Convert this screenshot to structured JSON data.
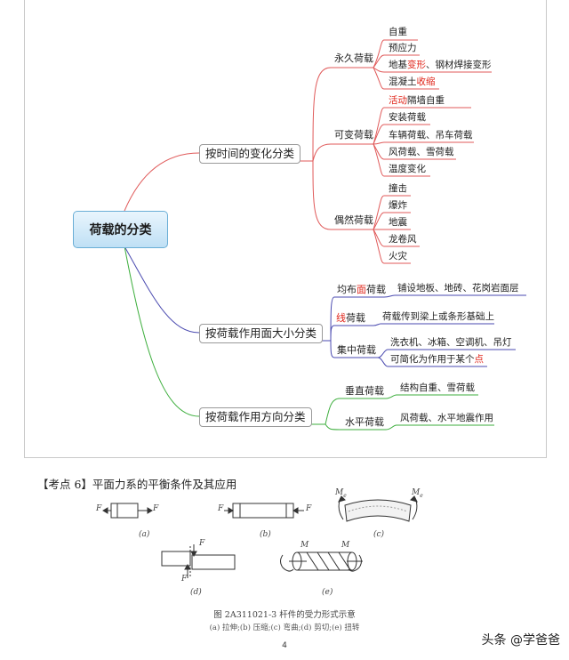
{
  "mindmap": {
    "root": "荷载的分类",
    "categories": [
      {
        "label": "按时间的变化分类"
      },
      {
        "label": "按荷载作用面大小分类"
      },
      {
        "label": "按荷载作用方向分类"
      }
    ],
    "time": {
      "permanent": {
        "label": "永久荷载",
        "items": [
          "自重",
          "预应力"
        ],
        "item3_pre": "地基",
        "item3_red": "变形",
        "item3_post": "、钢材焊接变形",
        "item4_pre": "混凝土",
        "item4_red": "收缩"
      },
      "variable": {
        "label": "可变荷载",
        "item1_red": "活动",
        "item1_post": "隔墙自重",
        "items": [
          "安装荷载",
          "车辆荷载、吊车荷载",
          "风荷载、雪荷载",
          "温度变化"
        ]
      },
      "accidental": {
        "label": "偶然荷载",
        "items": [
          "撞击",
          "爆炸",
          "地震",
          "龙卷风",
          "火灾"
        ]
      }
    },
    "area": {
      "uniform": {
        "label_pre": "均布",
        "label_red": "面",
        "label_post": "荷载",
        "desc": "铺设地板、地砖、花岗岩面层"
      },
      "line": {
        "label_red": "线",
        "label_post": "荷载",
        "desc": "荷载传到梁上或条形基础上"
      },
      "concentrated": {
        "label": "集中荷载",
        "desc1": "洗衣机、冰箱、空调机、吊灯",
        "desc2_pre": "可简化为作用于某个",
        "desc2_red": "点"
      }
    },
    "direction": {
      "vertical": {
        "label": "垂直荷载",
        "desc": "结构自重、雪荷载"
      },
      "horizontal": {
        "label": "水平荷载",
        "desc": "风荷载、水平地震作用"
      }
    }
  },
  "section_title": "【考点 6】平面力系的平衡条件及其应用",
  "figure": {
    "force_label": "F",
    "moment_label": "M",
    "moment_sub": "e",
    "sub_labels": [
      "(a)",
      "(b)",
      "(c)",
      "(d)",
      "(e)"
    ],
    "caption": "图 2A311021-3   杆件的受力形式示意",
    "subcaption": "(a) 拉伸;(b) 压缩;(c) 弯曲;(d) 剪切;(e) 扭转"
  },
  "page_number": "4",
  "watermark": "头条 @学爸爸",
  "colors": {
    "time_branch": "#e05a5a",
    "area_branch": "#4a4ab0",
    "direction_branch": "#3cae3c",
    "highlight": "#e0261b"
  }
}
